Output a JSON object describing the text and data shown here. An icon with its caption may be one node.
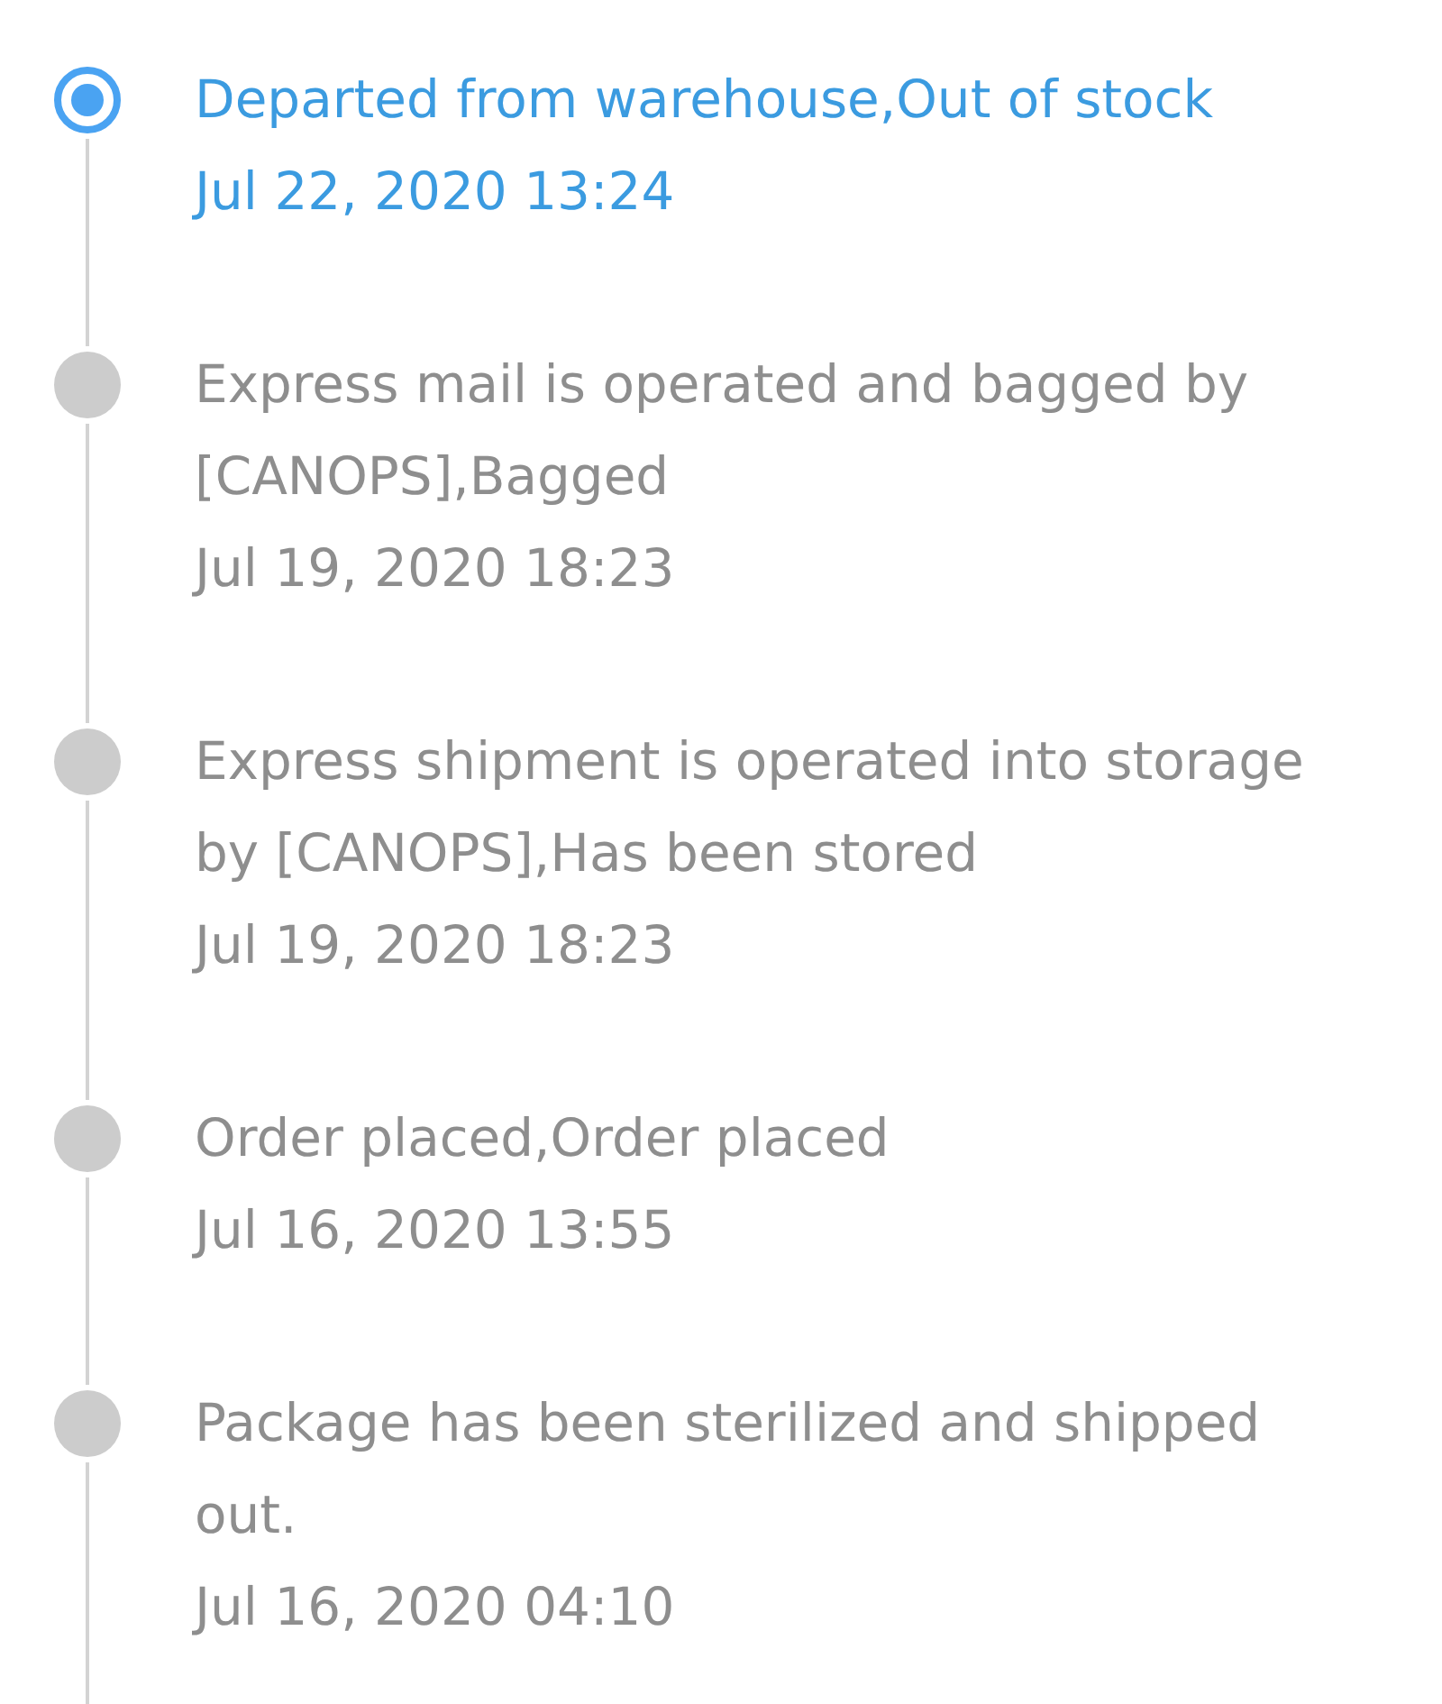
{
  "diagram": {
    "nodes": [
      {
        "text": [],
        "shape": "ring",
        "beside": [
          "Departed from warehouse,Out of stock",
          "Jul 22, 2020 13:24"
        ]
      },
      {
        "text": [],
        "shape": "circle",
        "beside": [
          "Express mail is operated and bagged by [CANOPS],Bagged",
          "Jul 19, 2020 18:23"
        ]
      },
      {
        "text": [],
        "shape": "circle",
        "beside": [
          "Express shipment is operated into storage by [CANOPS],Has been stored",
          "Jul 19, 2020 18:23"
        ]
      },
      {
        "text": [],
        "shape": "circle",
        "beside": [
          "Order placed,Order placed",
          "Jul 16, 2020 13:55"
        ]
      },
      {
        "text": [],
        "shape": "circle",
        "beside": [
          "Package has been sterilized and shipped out.",
          "Jul 16, 2020 04:10"
        ]
      }
    ],
    "edges": [
      {
        "from": 0,
        "to": 1,
        "arrow": "none"
      },
      {
        "from": 1,
        "to": 2,
        "arrow": "none"
      },
      {
        "from": 2,
        "to": 3,
        "arrow": "none"
      },
      {
        "from": 3,
        "to": 4,
        "arrow": "none"
      },
      {
        "from": 4,
        "to": null,
        "arrow": "none"
      }
    ]
  }
}
